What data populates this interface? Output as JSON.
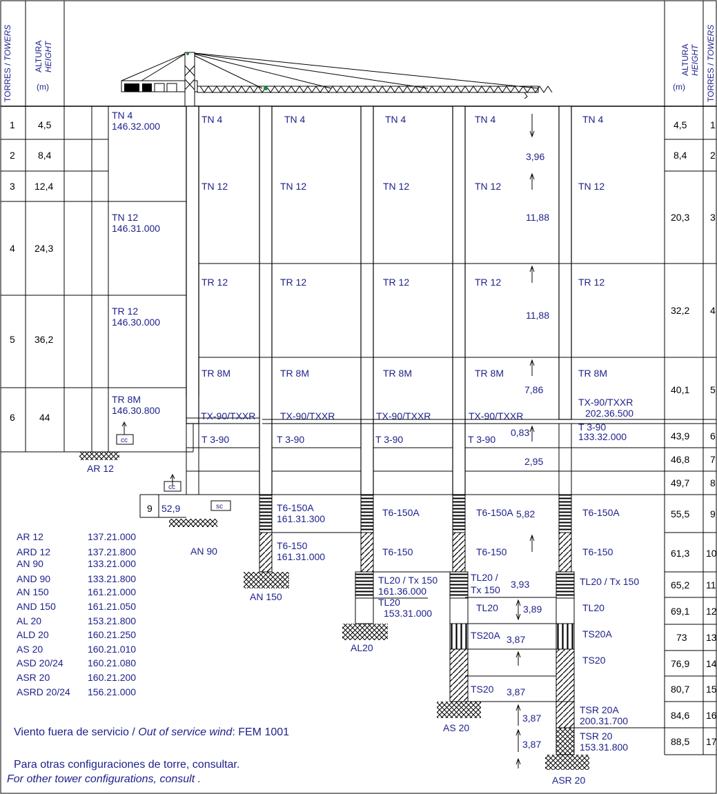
{
  "header": {
    "towers_es": "TORRES /",
    "towers_en": "TOWERS",
    "height_es": "ALTURA",
    "height_en": "HEIGHT",
    "unit": "(m)"
  },
  "left_rows": [
    {
      "n": "1",
      "h": "4,5"
    },
    {
      "n": "2",
      "h": "8,4"
    },
    {
      "n": "3",
      "h": "12,4"
    },
    {
      "n": "4",
      "h": "24,3"
    },
    {
      "n": "5",
      "h": "36,2"
    },
    {
      "n": "6",
      "h": "44"
    }
  ],
  "right_rows": [
    {
      "h": "4,5",
      "n": "1"
    },
    {
      "h": "8,4",
      "n": "2"
    },
    {
      "h": "20,3",
      "n": "3"
    },
    {
      "h": "32,2",
      "n": "4"
    },
    {
      "h": "40,1",
      "n": "5"
    },
    {
      "h": "43,9",
      "n": "6"
    },
    {
      "h": "46,8",
      "n": "7"
    },
    {
      "h": "49,7",
      "n": "8"
    },
    {
      "h": "55,5",
      "n": "9"
    },
    {
      "h": "61,3",
      "n": "10"
    },
    {
      "h": "65,2",
      "n": "11"
    },
    {
      "h": "69,1",
      "n": "12"
    },
    {
      "h": "73",
      "n": "13"
    },
    {
      "h": "76,9",
      "n": "14"
    },
    {
      "h": "80,7",
      "n": "15"
    },
    {
      "h": "84,6",
      "n": "16"
    },
    {
      "h": "88,5",
      "n": "17"
    }
  ],
  "col1": {
    "tn4": "TN 4",
    "tn4_code": "146.32.000",
    "tn12": "TN 12",
    "tn12_code": "146.31.000",
    "tr12": "TR 12",
    "tr12_code": "146.30.000",
    "tr8m": "TR 8M",
    "tr8m_code": "146.30.800",
    "cc": "cc",
    "base": "AR 12"
  },
  "col2": {
    "tn4": "TN 4",
    "tn12": "TN 12",
    "tr12": "TR 12",
    "tr8m": "TR 8M",
    "tx": "TX-90/TXXR",
    "t3": "T 3-90",
    "cc": "cc",
    "sc": "sc",
    "idx": "9",
    "h": "52,9",
    "base": "AN 90"
  },
  "col3": {
    "tn4": "TN 4",
    "tn12": "TN 12",
    "tr12": "TR 12",
    "tr8m": "TR 8M",
    "tx": "TX-90/TXXR",
    "t3": "T 3-90",
    "t6a": "T6-150A",
    "t6a_code": "161.31.300",
    "t6": "T6-150",
    "t6_code": "161.31.000",
    "base": "AN 150"
  },
  "col4": {
    "tn4": "TN 4",
    "tn12": "TN 12",
    "tr12": "TR 12",
    "tr8m": "TR 8M",
    "tx": "TX-90/TXXR",
    "t3": "T 3-90",
    "t6a": "T6-150A",
    "t6": "T6-150",
    "tl_tx": "TL20 / Tx 150",
    "tl_tx_code": "161.36.000",
    "tl": "TL20",
    "tl_code": "153.31.000",
    "base": "AL20"
  },
  "col5": {
    "tn4": "TN 4",
    "tn12": "TN 12",
    "tr12": "TR 12",
    "tr8m": "TR 8M",
    "tx": "TX-90/TXXR",
    "t3": "T 3-90",
    "t6a": "T6-150A",
    "t6": "T6-150",
    "tl_tx_a": "TL20 /",
    "tl_tx_b": "Tx 150",
    "tl": "TL20",
    "ts20a": "TS20A",
    "ts20": "TS20",
    "base": "AS 20"
  },
  "col6": {
    "tn4": "TN 4",
    "tn12": "TN 12",
    "tr12": "TR 12",
    "tr8m": "TR 8M",
    "tx": "TX-90/TXXR",
    "tx_code": "202.36.500",
    "t3": "T 3-90",
    "t3_code": "133.32.000",
    "t6a": "T6-150A",
    "t6": "T6-150",
    "tl_tx": "TL20 / Tx 150",
    "tl": "TL20",
    "ts20a": "TS20A",
    "ts20": "TS20",
    "tsr20a": "TSR 20A",
    "tsr20a_code": "200.31.700",
    "tsr20": "TSR 20",
    "tsr20_code": "153.31.800",
    "base": "ASR 20"
  },
  "dims": [
    "3,96",
    "11,88",
    "11,88",
    "7,86",
    "0,83",
    "2,95",
    "5,82",
    "3,93",
    "3,89",
    "3,87",
    "3,87",
    "3,87",
    "3,87"
  ],
  "parts": [
    {
      "name": "AR 12",
      "code": "137.21.000"
    },
    {
      "name": "ARD 12",
      "code": "137.21.800"
    },
    {
      "name": "AN 90",
      "code": "133.21.000"
    },
    {
      "name": "AND 90",
      "code": "133.21.800"
    },
    {
      "name": "AN 150",
      "code": "161.21.000"
    },
    {
      "name": "AND 150",
      "code": "161.21.050"
    },
    {
      "name": "AL 20",
      "code": "153.21.800"
    },
    {
      "name": "ALD 20",
      "code": "160.21.250"
    },
    {
      "name": "AS 20",
      "code": "160.21.010"
    },
    {
      "name": "ASD 20/24",
      "code": "160.21.080"
    },
    {
      "name": "ASR 20",
      "code": "160.21.200"
    },
    {
      "name": "ASRD 20/24",
      "code": "156.21.000"
    }
  ],
  "notes": {
    "wind_es": "Viento fuera de servicio /",
    "wind_en": "Out of service wind",
    "wind_val": ": FEM 1001",
    "consult_es": "Para otras configuraciones de torre, consultar.",
    "consult_en": "For other tower configurations, consult ."
  },
  "colors": {
    "text": "#1b1f8a",
    "line": "#000000",
    "crane": "#1a8a3a"
  }
}
